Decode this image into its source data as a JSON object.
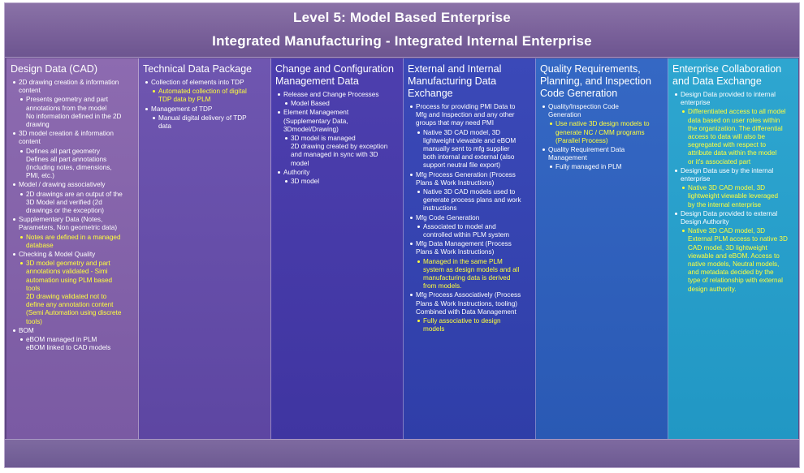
{
  "header": {
    "title": "Level 5:  Model Based Enterprise",
    "subtitle": "Integrated Manufacturing - Integrated Internal Enterprise"
  },
  "columns": [
    {
      "title": [
        "Design Data (CAD)"
      ],
      "items": [
        {
          "level": 1,
          "lines": [
            "2D drawing creation & information",
            "content"
          ]
        },
        {
          "level": 2,
          "lines": [
            "Presents geometry and part",
            "annotations from the model",
            "No information defined in the 2D",
            "drawing"
          ]
        },
        {
          "level": 1,
          "lines": [
            "3D model creation & information",
            "content"
          ]
        },
        {
          "level": 2,
          "lines": [
            "Defines all part geometry",
            "Defines all part annotations",
            "(including notes, dimensions,",
            "PMI, etc.)"
          ]
        },
        {
          "level": 1,
          "lines": [
            "Model / drawing associatively"
          ]
        },
        {
          "level": 2,
          "lines": [
            "2D drawings are an output of the",
            "3D Model and verified (2d",
            "drawings or the exception)"
          ]
        },
        {
          "level": 1,
          "lines": [
            "Supplementary Data (Notes,",
            "Parameters, Non geometric data)"
          ]
        },
        {
          "level": 2,
          "yellow": true,
          "lines": [
            "Notes are defined in a managed",
            "database"
          ]
        },
        {
          "level": 1,
          "lines": [
            "Checking & Model Quality"
          ]
        },
        {
          "level": 2,
          "yellow": true,
          "lines": [
            "3D model geometry and part",
            "annotations validated - Simi",
            "automation using PLM based",
            "tools",
            "2D drawing validated not to",
            "define any annotation content",
            "(Semi Automation using discrete",
            "tools)"
          ]
        },
        {
          "level": 1,
          "lines": [
            "BOM"
          ]
        },
        {
          "level": 2,
          "lines": [
            "eBOM managed in PLM",
            "eBOM linked to CAD models"
          ]
        }
      ]
    },
    {
      "title": [
        "Technical Data Package"
      ],
      "items": [
        {
          "level": 1,
          "lines": [
            "Collection of elements into TDP"
          ]
        },
        {
          "level": 2,
          "yellow": true,
          "lines": [
            "Automated collection of digital",
            "TDP data by PLM"
          ]
        },
        {
          "level": 1,
          "lines": [
            "Management of TDP"
          ]
        },
        {
          "level": 2,
          "lines": [
            "Manual digital delivery of TDP",
            "data"
          ]
        }
      ]
    },
    {
      "title": [
        "Change and Configuration",
        "Management Data"
      ],
      "items": [
        {
          "level": 1,
          "lines": [
            "Release and Change Processes"
          ]
        },
        {
          "level": 2,
          "lines": [
            "Model Based"
          ]
        },
        {
          "level": 1,
          "lines": [
            "Element Management",
            "(Supplementary Data,",
            "3Dmodel/Drawing)"
          ]
        },
        {
          "level": 2,
          "lines": [
            "3D model is managed",
            "2D drawing created by exception",
            "and managed in sync with 3D",
            "model"
          ]
        },
        {
          "level": 1,
          "lines": [
            "Authority"
          ]
        },
        {
          "level": 2,
          "lines": [
            "3D model"
          ]
        }
      ]
    },
    {
      "title": [
        "External and Internal",
        "Manufacturing Data",
        "Exchange"
      ],
      "items": [
        {
          "level": 1,
          "lines": [
            "Process for providing PMI Data to",
            "Mfg and Inspection and any other",
            "groups that may need PMI"
          ]
        },
        {
          "level": 2,
          "lines": [
            "Native 3D CAD model, 3D",
            "lightweight viewable and eBOM",
            "manually sent to mfg supplier",
            "both internal and external (also",
            "support neutral file export)"
          ]
        },
        {
          "level": 1,
          "lines": [
            "Mfg Process Generation (Process",
            "Plans & Work Instructions)"
          ]
        },
        {
          "level": 2,
          "lines": [
            "Native 3D CAD models used to",
            "generate process plans and work",
            "instructions"
          ]
        },
        {
          "level": 1,
          "lines": [
            "Mfg Code Generation"
          ]
        },
        {
          "level": 2,
          "lines": [
            "Associated to model and",
            "controlled within PLM system"
          ]
        },
        {
          "level": 1,
          "lines": [
            "Mfg Data Management (Process",
            "Plans & Work Instructions)"
          ]
        },
        {
          "level": 2,
          "yellow": true,
          "lines": [
            "Managed in the same PLM",
            "system as design models and all",
            "manufacturing data is derived",
            "from models."
          ]
        },
        {
          "level": 1,
          "lines": [
            "Mfg Process Associatively (Process",
            "Plans & Work Instructions, tooling)",
            "Combined with Data Management"
          ]
        },
        {
          "level": 2,
          "yellow": true,
          "lines": [
            "Fully associative to design",
            "models"
          ]
        }
      ]
    },
    {
      "title": [
        "Quality Requirements,",
        "Planning, and Inspection",
        "Code Generation"
      ],
      "items": [
        {
          "level": 1,
          "lines": [
            "Quality/Inspection Code",
            "Generation"
          ]
        },
        {
          "level": 2,
          "yellow": true,
          "lines": [
            "Use native 3D design models to",
            "generate NC / CMM programs",
            "(Parallel Process)"
          ]
        },
        {
          "level": 1,
          "lines": [
            "Quality Requirement Data",
            "Management"
          ]
        },
        {
          "level": 2,
          "lines": [
            "Fully managed in PLM"
          ]
        }
      ]
    },
    {
      "title": [
        "Enterprise Collaboration",
        "and Data Exchange"
      ],
      "items": [
        {
          "level": 1,
          "lines": [
            "Design Data provided to internal",
            "enterprise"
          ]
        },
        {
          "level": 2,
          "yellow": true,
          "lines": [
            "Differentiated access to all model",
            "data based on user roles within",
            "the organization.  The differential",
            "access to data will also be",
            "segregated with respect to",
            "attribute data within the model",
            "or it's associated part"
          ]
        },
        {
          "level": 1,
          "lines": [
            "Design Data use by the internal",
            "enterprise"
          ]
        },
        {
          "level": 2,
          "yellow": true,
          "lines": [
            "Native 3D CAD model, 3D",
            "lightweight viewable leveraged",
            "by the internal enterprise"
          ]
        },
        {
          "level": 1,
          "lines": [
            "Design Data provided to external",
            "Design Authority"
          ]
        },
        {
          "level": 2,
          "yellow": true,
          "lines": [
            "Native 3D CAD model, 3D",
            "External PLM access to native 3D",
            "CAD model, 3D lightweight",
            "viewable and eBOM.  Access to",
            "native models, Neutral models,",
            "and metadata decided by the",
            "type of relationship with external",
            "design authority."
          ]
        }
      ]
    }
  ]
}
